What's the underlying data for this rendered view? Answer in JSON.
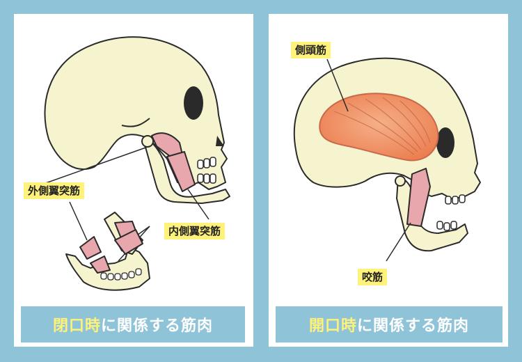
{
  "left_panel": {
    "labels": {
      "lateral_pterygoid": "外側翼突筋",
      "medial_pterygoid": "内側翼突筋"
    },
    "banner_highlight": "閉口時",
    "banner_rest": "に関係する筋肉"
  },
  "right_panel": {
    "labels": {
      "temporalis": "側頭筋",
      "masseter": "咬筋"
    },
    "banner_highlight": "開口時",
    "banner_rest": "に関係する筋肉"
  },
  "colors": {
    "background": "#8fc3d8",
    "bone": "#f6f4cf",
    "muscle": "#e8a6ad",
    "temporalis": "#ee8a5a",
    "label_bg": "#fff27a"
  }
}
